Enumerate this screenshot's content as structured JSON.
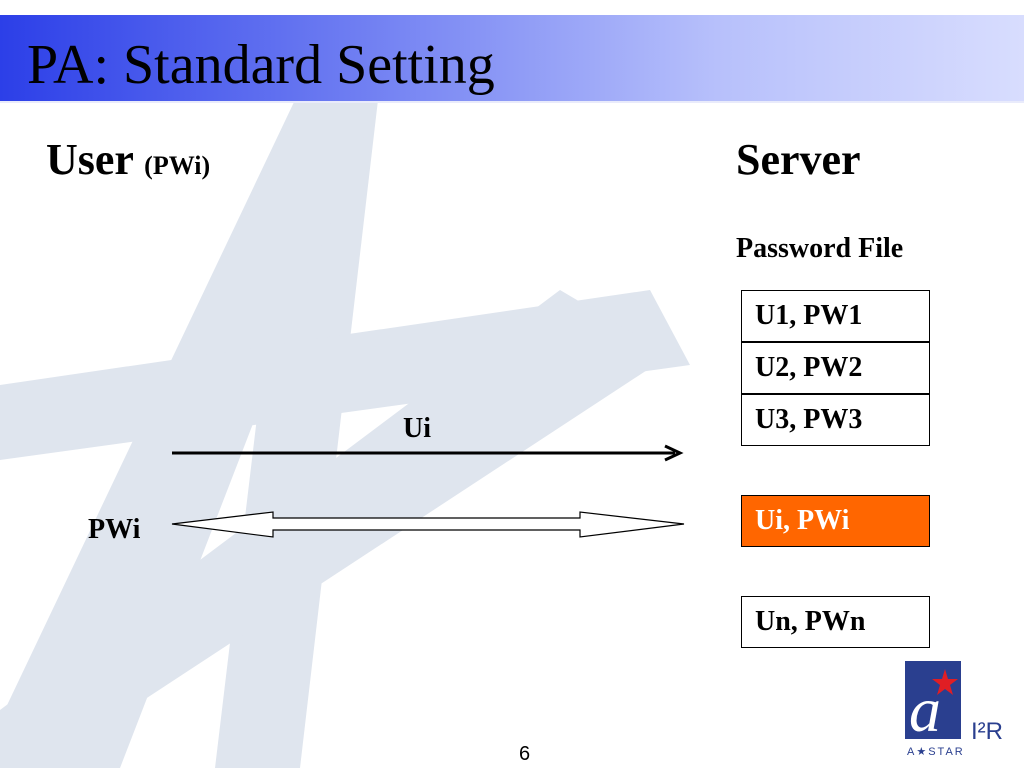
{
  "slide": {
    "title": "PA: Standard Setting",
    "page_number": "6"
  },
  "user": {
    "label": "User",
    "password_note": "(PWi)"
  },
  "server": {
    "label": "Server",
    "file_label": "Password File",
    "records": [
      "U1, PW1",
      "U2, PW2",
      "U3, PW3"
    ],
    "highlight_record": "Ui, PWi",
    "last_record": "Un, PWn"
  },
  "messages": {
    "username_label": "Ui",
    "password_label": "PWi"
  },
  "logo": {
    "org_text": "A★STAR",
    "unit_text": "I²R"
  },
  "colors": {
    "highlight": "#ff6600",
    "header_start": "#2c3fe8",
    "header_end": "#d8ddfe",
    "watermark": "#dfe5ee"
  }
}
